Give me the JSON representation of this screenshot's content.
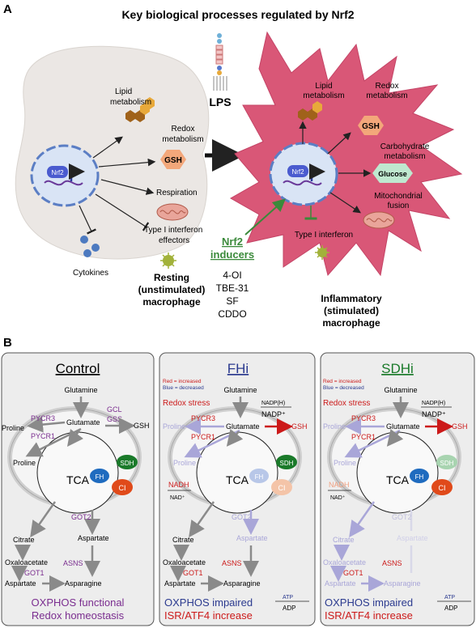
{
  "panelA": {
    "label": "A",
    "title": "Key biological processes regulated by Nrf2",
    "lps": "LPS",
    "resting": {
      "nrf2": "Nrf2",
      "lipid": [
        "Lipid",
        "metabolism"
      ],
      "redox": [
        "Redox",
        "metabolism"
      ],
      "gsh": "GSH",
      "respiration": "Respiration",
      "interferon": [
        "Type I interferon",
        "effectors"
      ],
      "cytokines": "Cytokines",
      "caption": [
        "Resting",
        "(unstimulated)",
        "macrophage"
      ]
    },
    "inducers": {
      "title": [
        "Nrf2",
        "inducers"
      ],
      "items": [
        "4-OI",
        "TBE-31",
        "SF",
        "CDDO"
      ]
    },
    "inflammatory": {
      "nrf2": "Nrf2",
      "lipid": [
        "Lipid",
        "metabolism"
      ],
      "redox": [
        "Redox",
        "metabolism"
      ],
      "gsh": "GSH",
      "carb": [
        "Carbohydrate",
        "metabolism"
      ],
      "glucose": "Glucose",
      "mito": [
        "Mitochondrial",
        "fusion"
      ],
      "interferon": "Type I interferon",
      "caption": [
        "Inflammatory",
        "(stimulated)",
        "macrophage"
      ]
    }
  },
  "panelB": {
    "label": "B",
    "legend_red": "Red = increased",
    "legend_blue": "Blue = decreased",
    "common": {
      "glutamine": "Glutamine",
      "glutamate": "Glutamate",
      "proline": "Proline",
      "gsh": "GSH",
      "pycr3": "PYCR3",
      "pycr1": "PYCR1",
      "tca": "TCA",
      "sdh": "SDH",
      "fh": "FH",
      "ci": "CI",
      "got2": "GOT2",
      "citrate": "Citrate",
      "aspartate": "Aspartate",
      "oxaloacetate": "Oxaloacetate",
      "got1": "GOT1",
      "asns": "ASNS",
      "asparagine": "Asparagine",
      "redox_stress": "Redox stress",
      "nadph": "NADP(H)",
      "nadp": "NADP⁺",
      "nadh": "NADH",
      "nad": "NAD⁺",
      "atp": "ATP",
      "adp": "ADP"
    },
    "control": {
      "title": "Control",
      "gcl": "GCL",
      "gss": "GSS",
      "footer": [
        "OXPHOS functional",
        "Redox homeostasis"
      ]
    },
    "fhi": {
      "title": "FHi",
      "footer": [
        "OXPHOS impaired",
        "ISR/ATF4 increase"
      ]
    },
    "sdhi": {
      "title": "SDHi",
      "footer": [
        "OXPHOS impaired",
        "ISR/ATF4 increase"
      ]
    },
    "colors": {
      "purple": "#7a2d8f",
      "red": "#cc1a1a",
      "blue": "#2b3a8f",
      "green": "#1a7a2a",
      "grey_arrow": "#8a8a8a",
      "light_blue_arrow": "#a9a6d8"
    }
  }
}
